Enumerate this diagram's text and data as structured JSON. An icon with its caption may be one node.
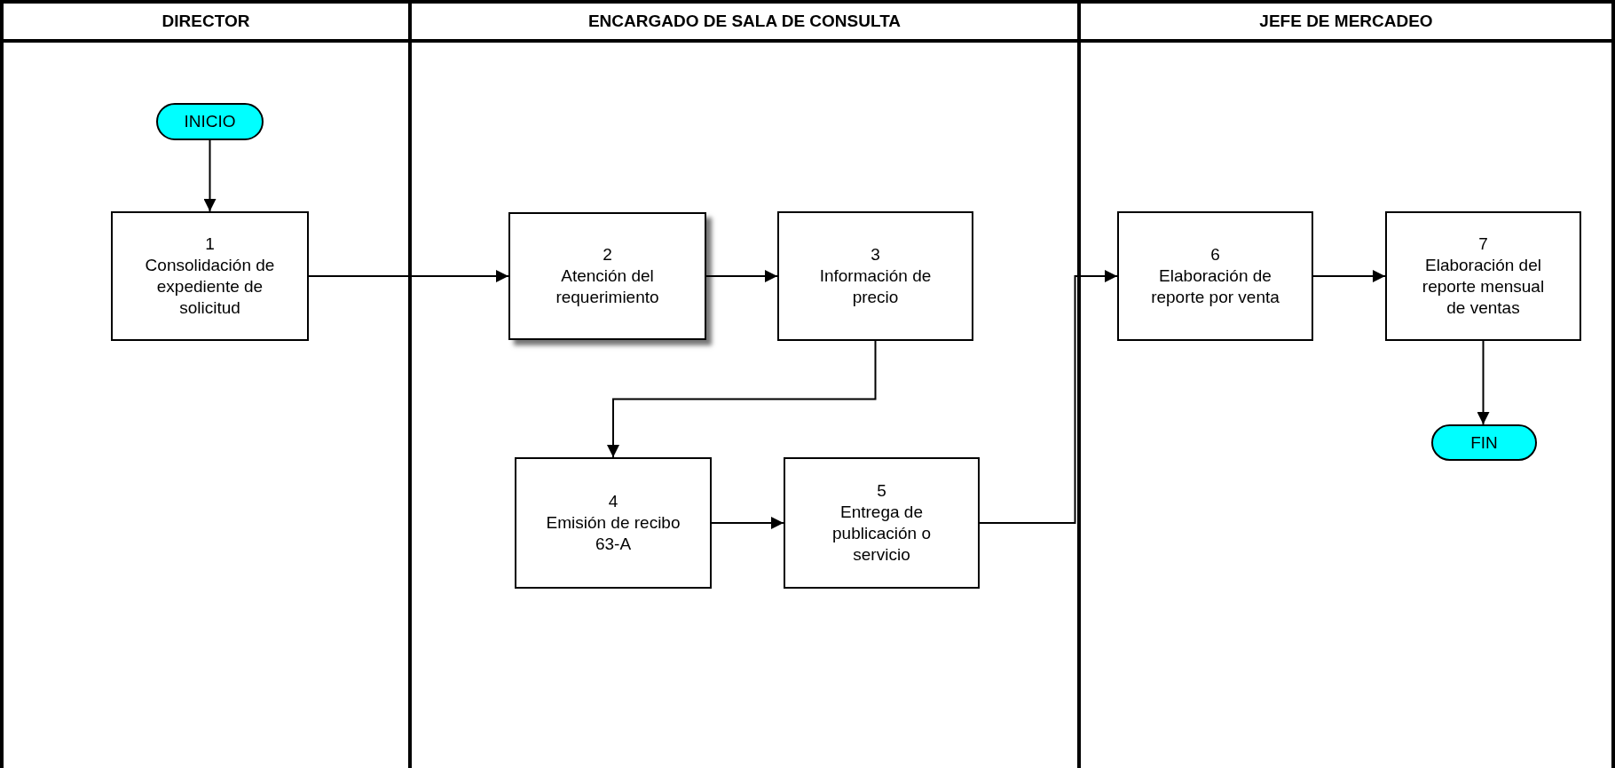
{
  "diagram": {
    "nodes": [
      {
        "text": [
          "DIRECTOR"
        ]
      },
      {
        "text": [
          "ENCARGADO DE SALA DE CONSULTA"
        ]
      },
      {
        "text": [
          "JEFE DE MERCADEO"
        ]
      },
      {
        "text": [
          "INICIO"
        ],
        "in": 0
      },
      {
        "text": [
          "1",
          "Consolidación de expediente de solicitud"
        ],
        "in": 0
      },
      {
        "text": [
          "2",
          "Atención del requerimiento"
        ],
        "in": 1
      },
      {
        "text": [
          "3",
          "Información de precio"
        ],
        "in": 1
      },
      {
        "text": [
          "4",
          "Emisión de recibo 63-A"
        ],
        "in": 1
      },
      {
        "text": [
          "5",
          "Entrega de publicación o servicio"
        ],
        "in": 1
      },
      {
        "text": [
          "6",
          "Elaboración de reporte por venta"
        ],
        "in": 2
      },
      {
        "text": [
          "7",
          "Elaboración del reporte mensual de ventas"
        ],
        "in": 2
      },
      {
        "text": [
          "FIN"
        ],
        "in": 2
      }
    ],
    "edges": [
      {
        "from": 3,
        "to": 4,
        "arrow": "to"
      },
      {
        "from": 4,
        "to": 5,
        "arrow": "to"
      },
      {
        "from": 5,
        "to": 6,
        "arrow": "to"
      },
      {
        "from": 6,
        "to": 7,
        "arrow": "to"
      },
      {
        "from": 7,
        "to": 8,
        "arrow": "to"
      },
      {
        "from": 8,
        "to": 9,
        "arrow": "to"
      },
      {
        "from": 9,
        "to": 10,
        "arrow": "to"
      },
      {
        "from": 10,
        "to": 11,
        "arrow": "to"
      }
    ]
  }
}
